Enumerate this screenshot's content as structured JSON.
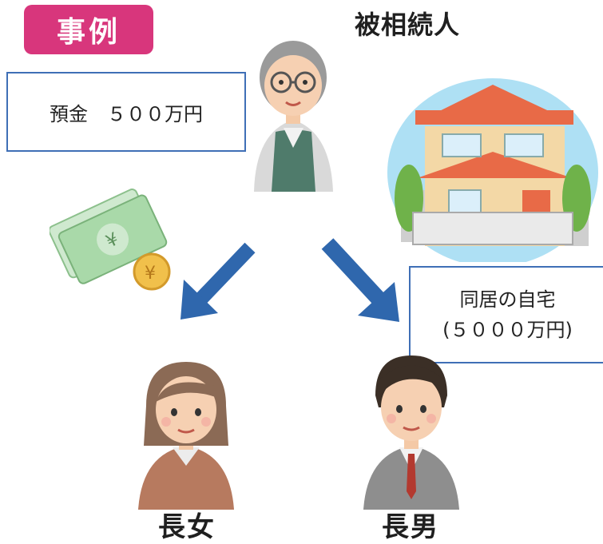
{
  "badge": {
    "label": "事例"
  },
  "decedent": {
    "label": "被相続人"
  },
  "savings_box": {
    "text": "預金　５００万円"
  },
  "house_box": {
    "line1": "同居の自宅",
    "line2": "(５０００万円)"
  },
  "daughter": {
    "label": "長女"
  },
  "son": {
    "label": "長男"
  },
  "colors": {
    "badge": "#d8367c",
    "box_border": "#3f6fb6",
    "arrow": "#2f67ad",
    "roof": "#e86a47",
    "house_bg": "#aee0f4",
    "money": "#a9d9a9",
    "coin": "#f1c04b"
  },
  "icons": [
    "elderly-man-icon",
    "house-icon",
    "money-icon",
    "daughter-icon",
    "son-icon",
    "arrow-left-down-icon",
    "arrow-right-down-icon"
  ]
}
